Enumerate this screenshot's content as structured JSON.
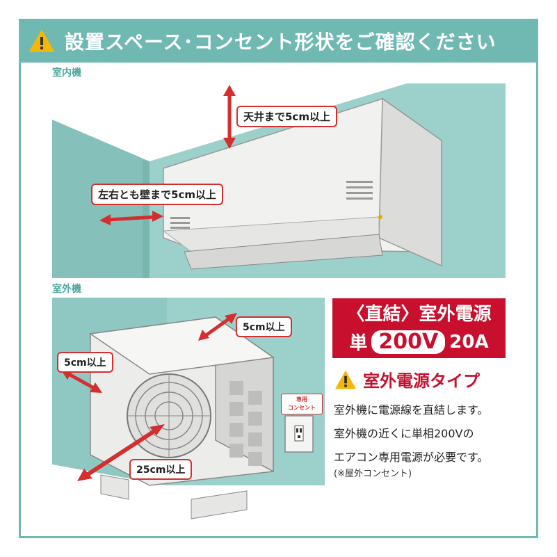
{
  "header": {
    "title": "設置スペース･コンセント形状をご確認ください",
    "icon": "warning-icon"
  },
  "indoor": {
    "section_label": "室内機",
    "ceiling_label": "天井まで5cm以上",
    "side_label": "左右とも壁まで5cm以上"
  },
  "outdoor": {
    "section_label": "室外機",
    "top_label": "5cm以上",
    "left_label": "5cm以上",
    "front_label": "25cm以上",
    "outlet_label_1": "専用",
    "outlet_label_2": "コンセント"
  },
  "power": {
    "banner_line1": "〈直結〉室外電源",
    "banner_single": "単",
    "banner_voltage": "200V",
    "banner_amp": "20A",
    "type_title": "室外電源タイプ",
    "desc_line1": "室外機に電源線を直結します。",
    "desc_line2": "室外機の近くに単相200Vの",
    "desc_line3": "エアコン専用電源が必要です。",
    "note": "(※屋外コンセント)"
  },
  "colors": {
    "teal": "#6fb9b2",
    "red": "#c8102e",
    "warning_yellow": "#f5b800"
  }
}
